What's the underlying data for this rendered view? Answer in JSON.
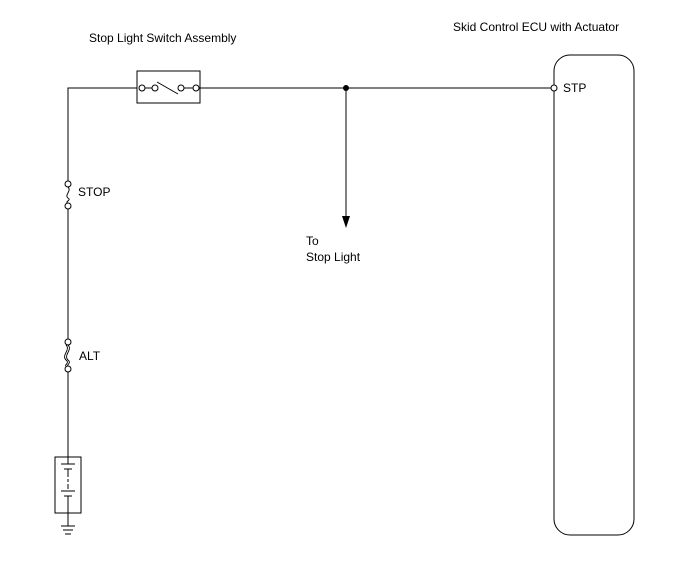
{
  "diagram": {
    "switch_title": "Stop Light Switch Assembly",
    "ecu_title": "Skid Control ECU with Actuator",
    "ecu_terminal": "STP",
    "fuse_stop": "STOP",
    "fuse_alt": "ALT",
    "branch_to": "To",
    "branch_dest": "Stop Light"
  },
  "colors": {
    "line": "#000000",
    "background": "#ffffff"
  }
}
